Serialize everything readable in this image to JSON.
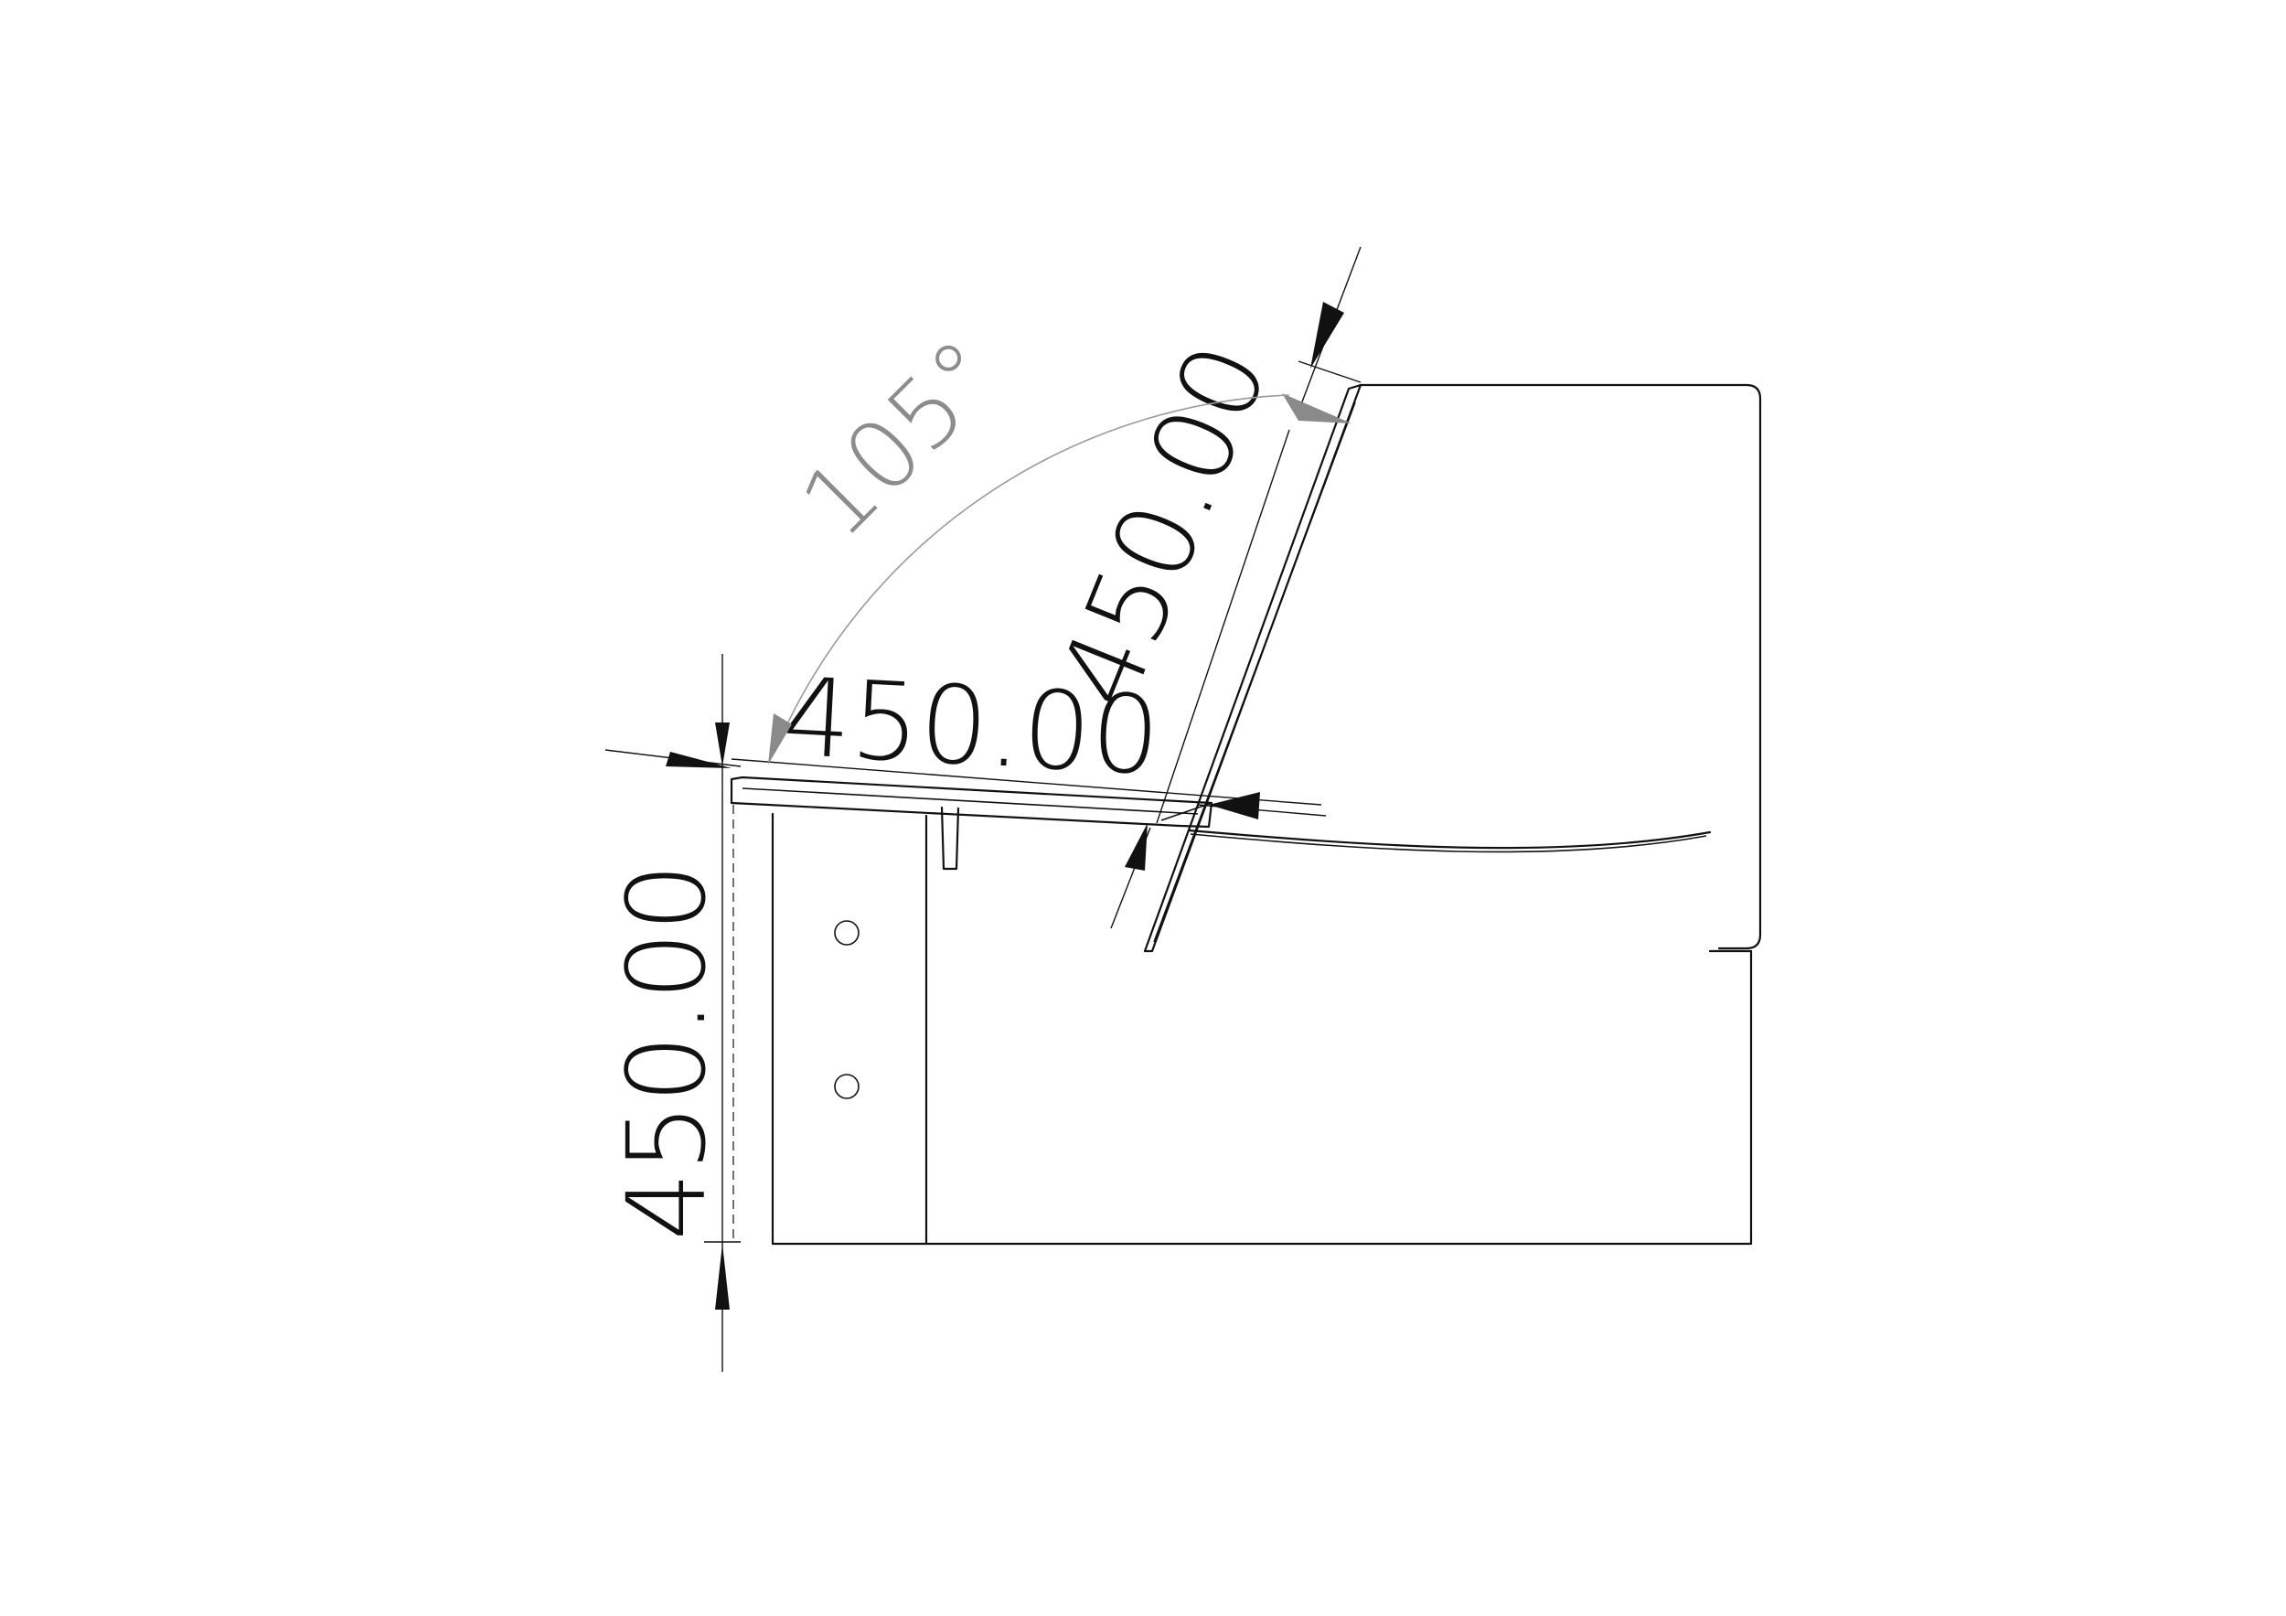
{
  "dimensions": {
    "vertical_height": "450.00",
    "horizontal_width": "450.00",
    "inclined_length": "450.00",
    "angle": "105°"
  },
  "colors": {
    "line": "#111111",
    "angle_annotation": "#8c8c8c",
    "background": "#ffffff"
  }
}
